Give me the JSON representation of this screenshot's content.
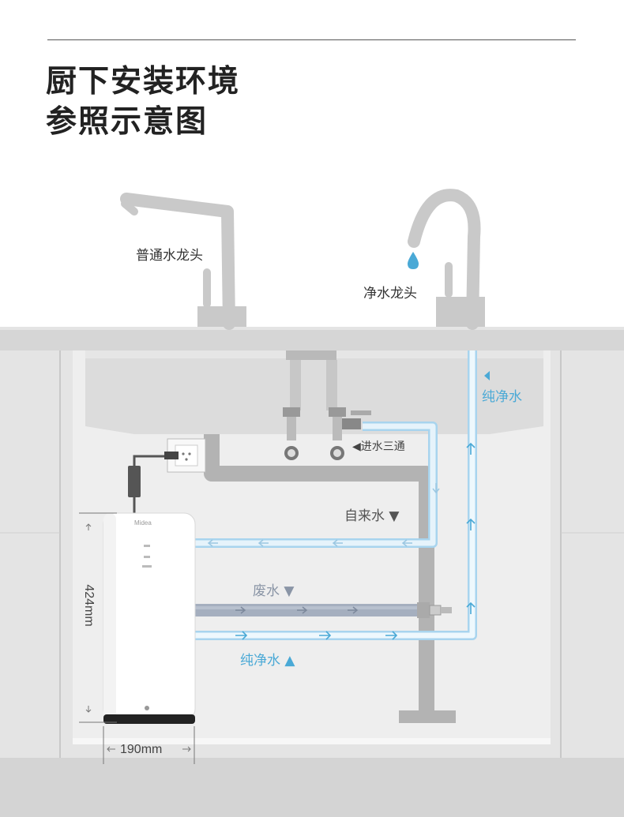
{
  "title": {
    "line1": "厨下安装环境",
    "line2": "参照示意图"
  },
  "labels": {
    "normal_faucet": "普通水龙头",
    "pure_faucet": "净水龙头",
    "pure_water_top": "纯净水",
    "tee_valve": "◀进水三通",
    "tap_water": "自来水 ▼",
    "waste_water": "废水 ▼",
    "pure_water_bottom": "纯净水 ▲"
  },
  "purifier": {
    "brand": "Midea",
    "height_dim": "424mm",
    "width_dim": "190mm"
  },
  "colors": {
    "pure_water": "#4aa9d6",
    "tap_pipe": "#e1eef7",
    "waste_pipe": "#9aa6b8",
    "cabinet_gray": "#d9d9d9"
  }
}
